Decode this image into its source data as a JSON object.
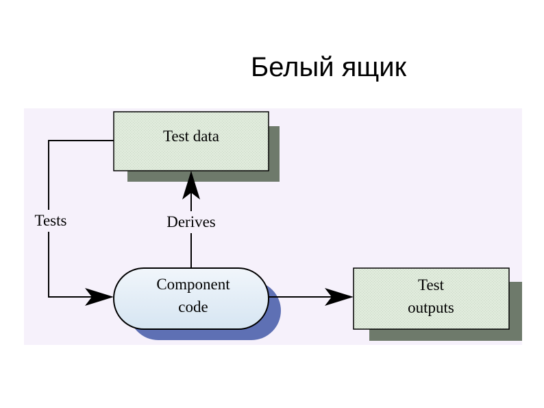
{
  "title": "Белый ящик",
  "nodes": {
    "test_data": "Test data",
    "component_code_line1": "Component",
    "component_code_line2": "code",
    "test_outputs_line1": "Test",
    "test_outputs_line2": "outputs"
  },
  "edges": {
    "tests": "Tests",
    "derives": "Derives"
  },
  "colors": {
    "panel_background": "#f6f1fb",
    "box_fill": "#e0ebdc",
    "box_shadow": "#6e7a6b",
    "capsule_fill": "#e4eef7",
    "capsule_shadow": "#5e70b4",
    "line": "#000000"
  }
}
